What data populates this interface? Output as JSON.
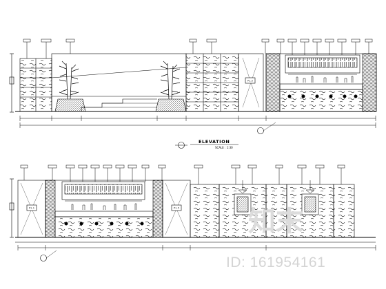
{
  "drawing": {
    "elevation_title": "ELEVATION",
    "elevation_subtitle": "SCALE : 1:30",
    "room_tag_upper": "P1.5",
    "room_tag_lower_left": "P1.1",
    "room_tag_lower_mid": "P1.5"
  },
  "watermark": {
    "logo_text": "知末",
    "id_text": "ID: 161954161"
  }
}
